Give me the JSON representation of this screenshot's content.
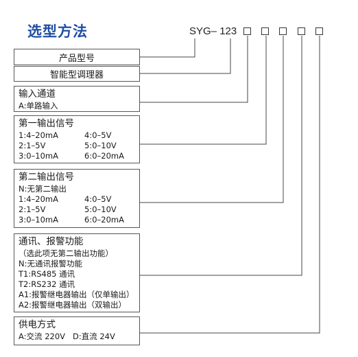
{
  "title": "选型方法",
  "model_prefix": "SYG–",
  "model_number": "123",
  "boxes": {
    "product_model": {
      "label": "产品型号"
    },
    "controller": {
      "label": "智能型调理器"
    },
    "input_channel": {
      "title": "输入通道",
      "options": [
        "A:单路输入"
      ]
    },
    "first_output": {
      "title": "第一输出信号",
      "options": [
        "1:4–20mA",
        "4:0–5V",
        "2:1–5V",
        "5:0–10V",
        "3:0–10mA",
        "6:0–20mA"
      ]
    },
    "second_output": {
      "title": "第二输出信号",
      "note": "N:无第二输出",
      "options": [
        "1:4–20mA",
        "4:0–5V",
        "2:1–5V",
        "5:0–10V",
        "3:0–10mA",
        "6:0–20mA"
      ]
    },
    "comm_alarm": {
      "title": "通讯、报警功能",
      "lines": [
        "（选此项无第二输出功能）",
        "N:无通讯报警功能",
        "T1:RS485 通讯",
        "T2:RS232 通讯",
        "A1:报警继电器输出（仅单输出）",
        "A2:报警继电器输出（双输出）"
      ]
    },
    "power": {
      "title": "供电方式",
      "options": [
        "A:交流 220V",
        "D:直流 24V"
      ]
    }
  }
}
